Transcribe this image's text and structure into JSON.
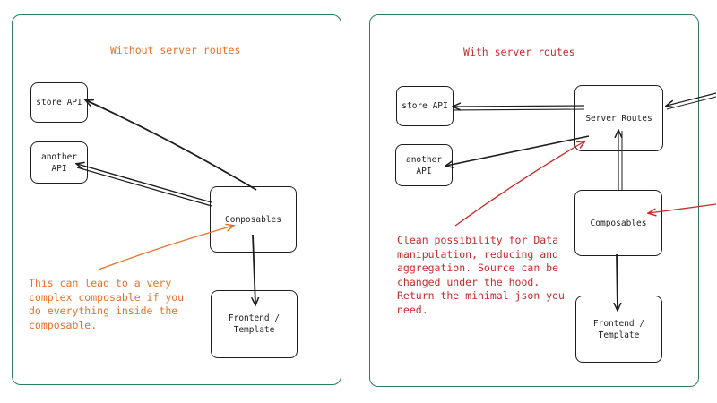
{
  "colors": {
    "panel_border": "#2e7d5b",
    "box_border": "#1e1e1e",
    "left_accent": "#e8702a",
    "right_accent": "#c92a2a"
  },
  "left_panel": {
    "title": "Without server routes",
    "boxes": {
      "store_api": "store API",
      "another_api": "another\nAPI",
      "composables": "Composables",
      "frontend": "Frontend /\nTemplate"
    },
    "note": "This can lead to a very\ncomplex composable if you\ndo everything inside the\ncomposable."
  },
  "right_panel": {
    "title": "With server routes",
    "boxes": {
      "store_api": "store API",
      "another_api": "another\nAPI",
      "server_routes": "Server Routes",
      "composables": "Composables",
      "frontend": "Frontend /\nTemplate"
    },
    "note": "Clean possibility for Data\nmanipulation, reducing and\naggregation. Source can be\nchanged under the hood.\nReturn the minimal json you\nneed."
  }
}
